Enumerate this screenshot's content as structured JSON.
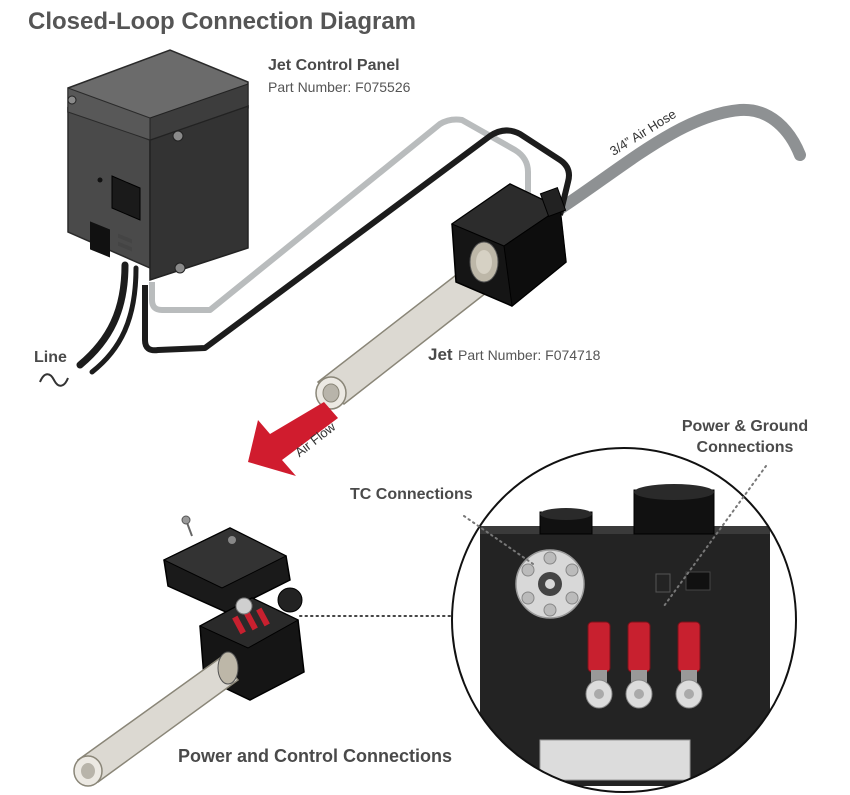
{
  "title": "Closed-Loop Connection Diagram",
  "control_panel": {
    "name": "Jet Control Panel",
    "part_number": "Part Number: F075526"
  },
  "line": {
    "label": "Line",
    "symbol": "~"
  },
  "air_hose": {
    "label": "3/4” Air Hose"
  },
  "jet": {
    "name": "Jet",
    "part_number": "Part Number: F074718"
  },
  "air_flow": {
    "label": "Air Flow"
  },
  "detail": {
    "tc_connections": "TC Connections",
    "power_ground_line1": "Power & Ground",
    "power_ground_line2": "Connections"
  },
  "caption": "Power and Control Connections",
  "colors": {
    "title": "#555555",
    "box_dark": "#3a3a3a",
    "cable_black": "#1c1c1c",
    "cable_gray": "#b9bcbd",
    "air_hose": "#8e9193",
    "tube": "#dcd9d2",
    "air_flow_arrow": "#d01c2e",
    "terminal_red": "#c8202f"
  }
}
